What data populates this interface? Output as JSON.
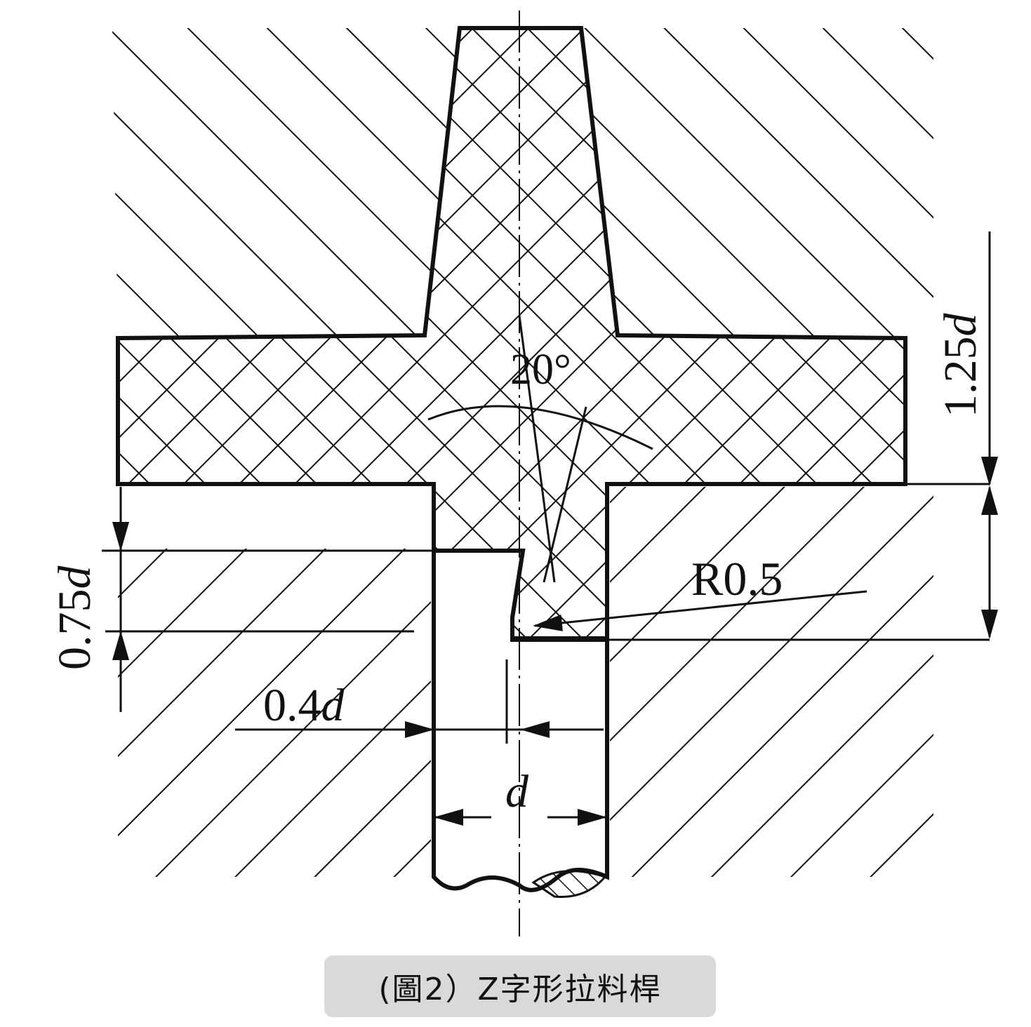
{
  "labels": {
    "angle": "20°",
    "dim_125": "1.25",
    "dim_075": "0.75",
    "dim_04": "0.4",
    "d": "d",
    "radius": "R0.5"
  },
  "caption": "(圖2）Z字形拉料桿",
  "colors": {
    "ink": "#111111",
    "caption_bg": "#d9d9d9"
  }
}
